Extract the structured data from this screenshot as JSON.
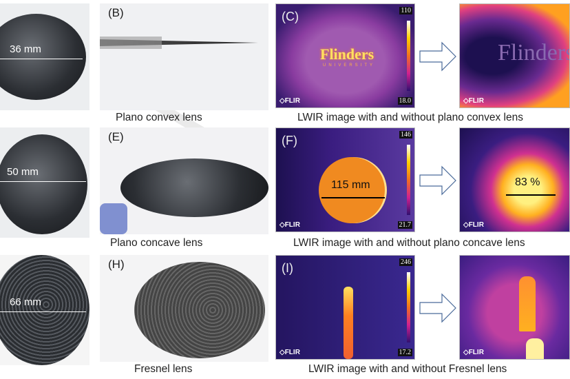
{
  "rows": [
    {
      "lens_size": "36 mm",
      "photo_label": "(B)",
      "photo_caption": "Plano convex lens",
      "ir_label": "(C)",
      "scale_max": "110",
      "scale_min": "18.0",
      "ir_caption": "LWIR image with and without plano convex lens",
      "logo_text": "Flinders",
      "logo_sub": "UNIVERSITY"
    },
    {
      "lens_size": "50 mm",
      "photo_label": "(E)",
      "photo_caption": "Plano concave lens",
      "ir_label": "(F)",
      "scale_max": "146",
      "scale_min": "21.7",
      "ir_caption": "LWIR image with and without plano concave lens",
      "measure_before": "115 mm",
      "measure_after": "83 %"
    },
    {
      "lens_size": "66 mm",
      "photo_label": "(H)",
      "photo_caption": "Fresnel lens",
      "ir_label": "(I)",
      "scale_max": "246",
      "scale_min": "17.2",
      "ir_caption": "LWIR image with and without Fresnel lens"
    }
  ],
  "flir_brand": "FLIR",
  "colors": {
    "ir_dark": "#2a1460",
    "ir_mid": "#a03090",
    "ir_hot": "#ff9a20",
    "arrow": "#4a6a9a"
  }
}
